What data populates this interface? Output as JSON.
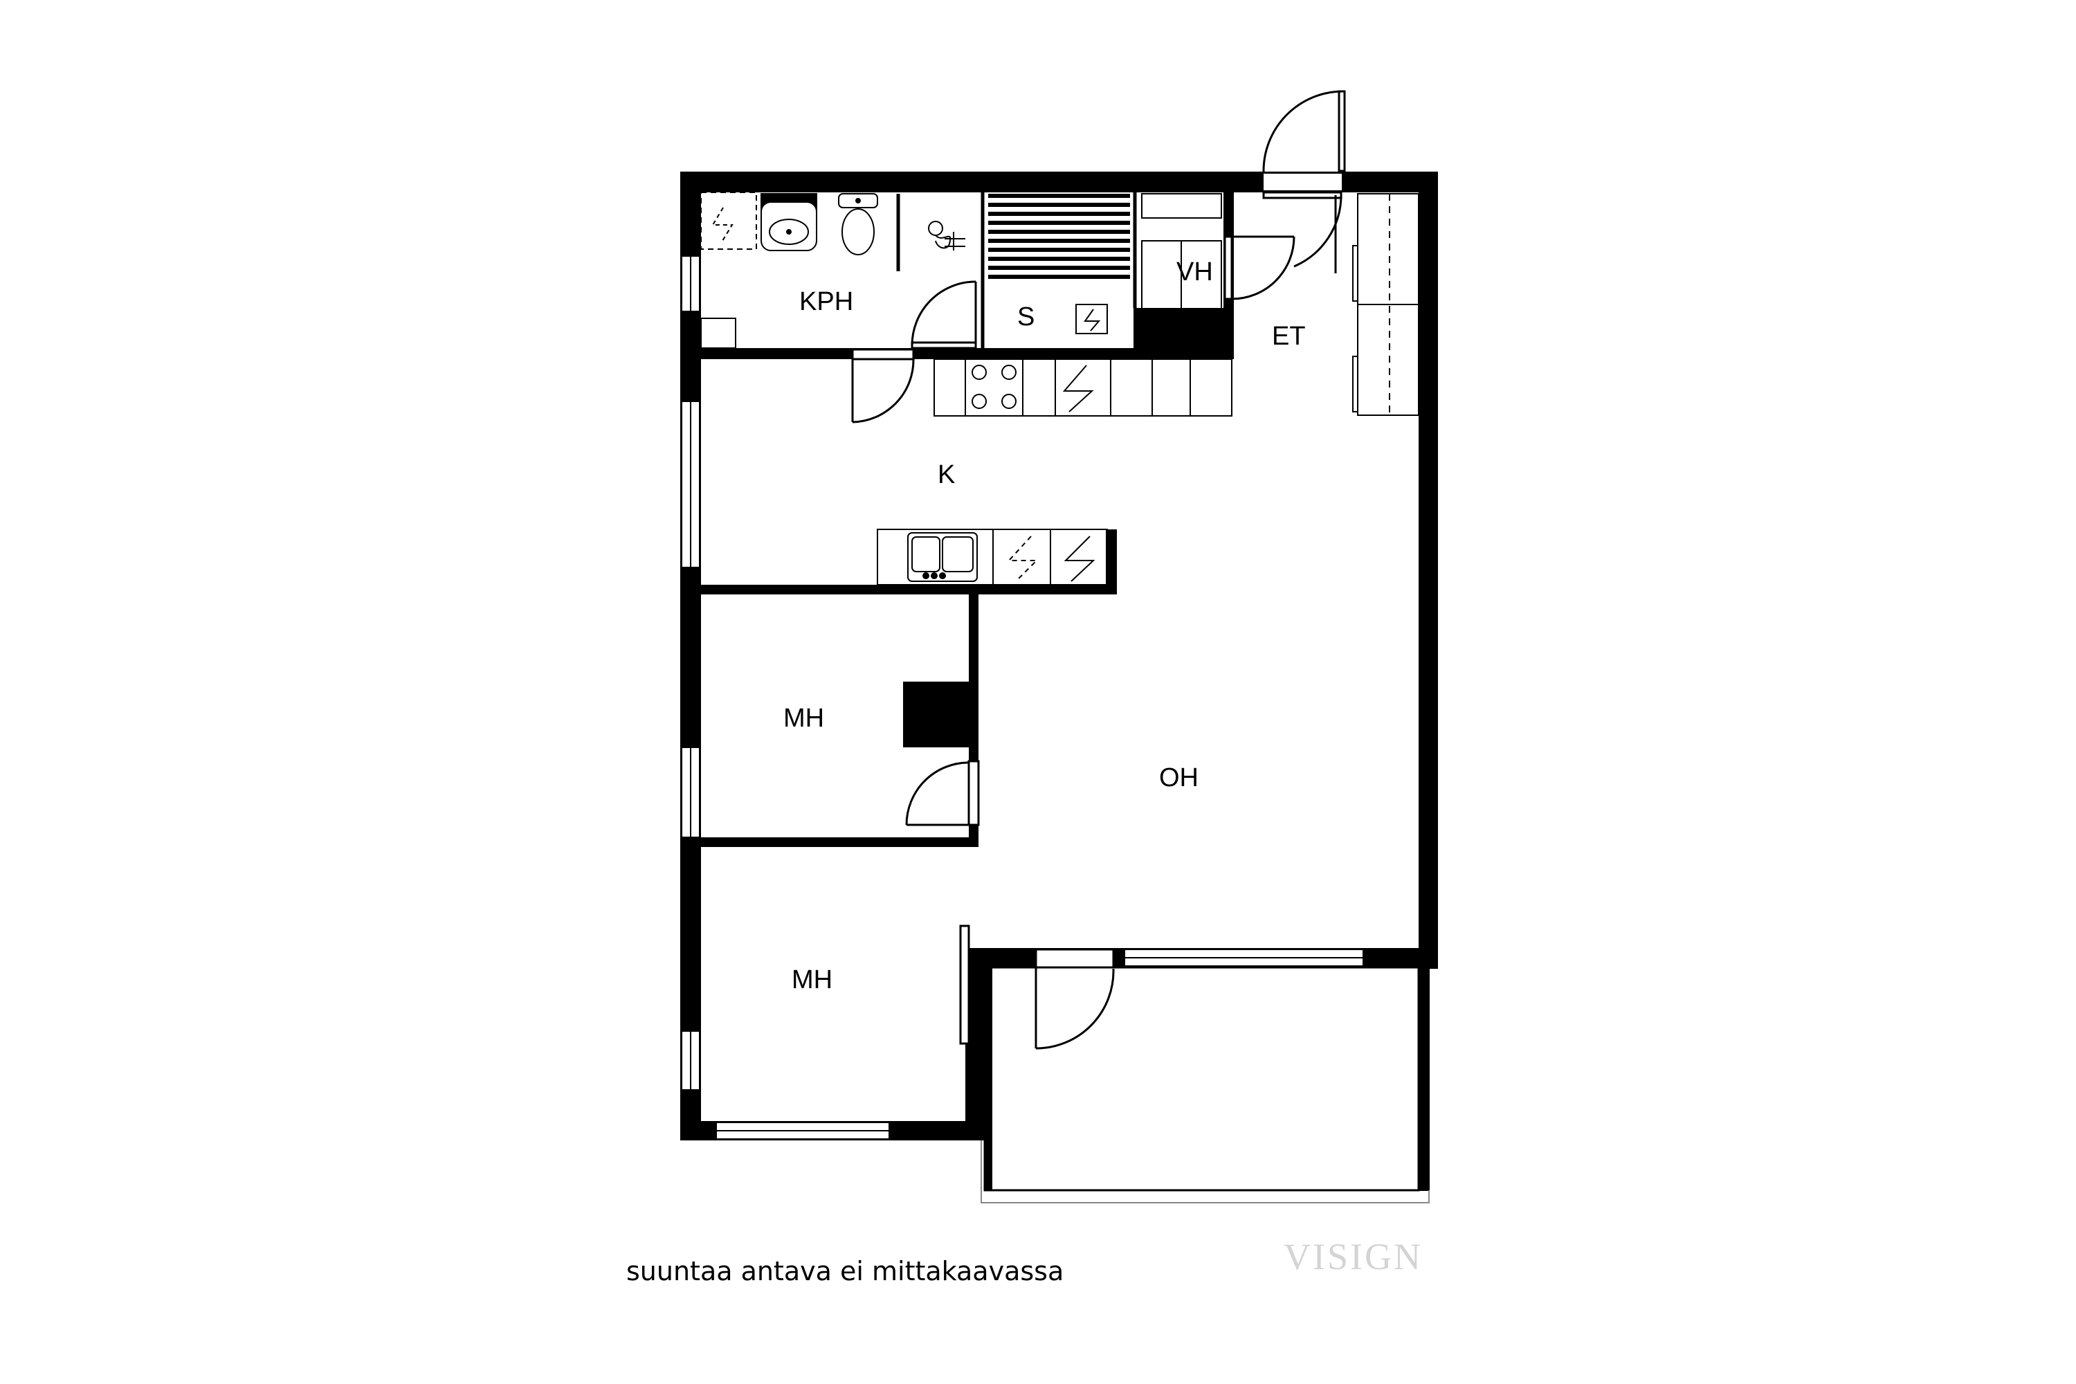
{
  "rooms": {
    "kph": "KPH",
    "s": "S",
    "vh": "VH",
    "et": "ET",
    "k": "K",
    "mh_upper": "MH",
    "oh": "OH",
    "mh_lower": "MH"
  },
  "caption": "suuntaa antava ei mittakaavassa",
  "watermark": "VISIGN",
  "colors": {
    "wall": "#000000",
    "line": "#000000",
    "background": "#ffffff",
    "window_fill": "#ffffff",
    "watermark": "#d4d4d4"
  }
}
